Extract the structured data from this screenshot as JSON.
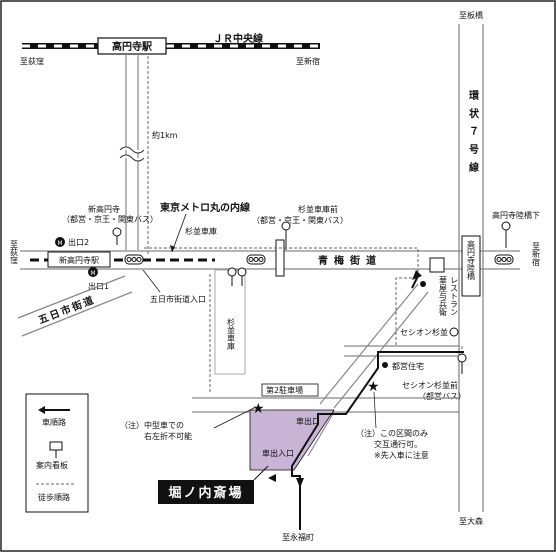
{
  "stations": {
    "koenji": "高円寺駅",
    "shinkoenji": "新高円寺駅"
  },
  "railways": {
    "jr_chuo": "ＪＲ中央線",
    "marunouchi": "東京メトロ丸の内線"
  },
  "directions": {
    "to_ogikubo_top": "至荻窪",
    "to_shinjuku_top": "至新宿",
    "to_itabashi": "至板橋",
    "to_ogikubo_left": "至荻窪",
    "to_shinjuku_right": "至新宿",
    "to_omori": "至大森",
    "to_eifukucho": "至永福町"
  },
  "distance": "約1km",
  "roads": {
    "kanjo7": "環状７号線",
    "ome_kaido": "青梅街道",
    "itsukaichi": "五日市街道"
  },
  "places": {
    "shinkoenji_bus": "新高円寺",
    "shinkoenji_bus_ops": "（都営・京王・関東バス）",
    "suginami_depot_mae": "杉並車庫前",
    "suginami_depot_mae_ops": "（都営・京王・関東バス）",
    "suginami_depot": "杉並車庫",
    "suginami_depot_v": "杉並車庫",
    "koenji_rikkyo": "高円寺陸橋",
    "koenji_rikkyo_shita": "高円寺陸橋下",
    "restaurant": "レストラン",
    "restaurant_name": "華屋与兵衛",
    "seision_suginami": "セシオン杉並",
    "toei_jutaku": "都営住宅",
    "seision_mae": "セシオン杉並前",
    "seision_mae_ops": "（都営バス）",
    "exit1": "出口1",
    "exit2": "出口2",
    "itsukaichi_entrance": "五日市街道入口",
    "parking2": "第2駐車場",
    "car_exit": "車出口",
    "car_entrance": "車出入口"
  },
  "notes": {
    "medium_car_1": "（注）中型車での",
    "medium_car_2": "右左折不可能",
    "two_way_1": "（注）この区間のみ",
    "two_way_2": "交互通行可。",
    "two_way_3": "※先入車に注意"
  },
  "venue": "堀ノ内斎場",
  "legend": {
    "vehicle_route": "車順路",
    "guide_board": "案内看板",
    "walking_route": "徒歩順路"
  },
  "colors": {
    "venue_area": "#c8b4d4",
    "road_line": "#888888",
    "ink": "#111111"
  }
}
